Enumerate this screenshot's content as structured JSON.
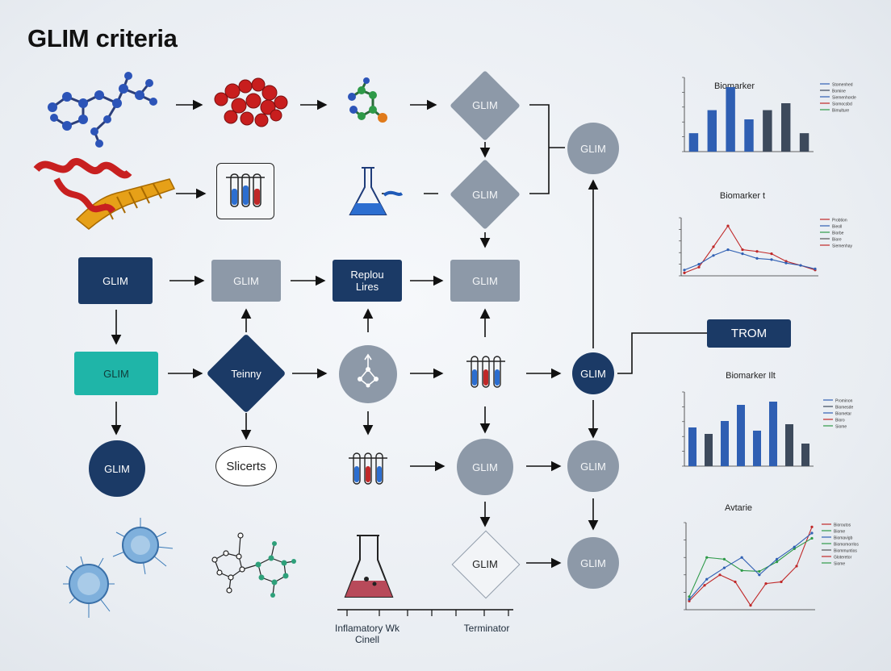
{
  "title": "GLIM criteria",
  "nodes": {
    "d1": "GLIM",
    "d2": "GLIM",
    "c1": "GLIM",
    "r1": "GLIM",
    "r2": "GLIM",
    "r3": "Replou\nLires",
    "r4": "GLIM",
    "t1": "GLIM",
    "d3": "Teinny",
    "c2": "GLIM",
    "c3": "GLIM",
    "e1": "Slicerts",
    "c4": "GLIM",
    "c5": "GLIM",
    "d4": "GLIM",
    "c6": "GLIM",
    "trom": "TROM"
  },
  "bottom": {
    "left": "Inflamatory Wk\nCinell",
    "right": "Terminator"
  },
  "colors": {
    "navy": "#1b3a66",
    "gray": "#8d99a8",
    "teal": "#1fb5a8",
    "blue": "#2f5fb3",
    "dark": "#3d4a5c"
  },
  "chart_data": [
    {
      "type": "bar",
      "title": "Biomarker",
      "values": [
        8,
        18,
        28,
        14,
        18,
        21,
        8
      ],
      "colors": [
        "blue",
        "blue",
        "blue",
        "blue",
        "dark",
        "dark",
        "dark"
      ],
      "legend": [
        "Stomenhed",
        "Bomine",
        "Siemenhorde",
        "Siomocsbd",
        "Bimulture"
      ]
    },
    {
      "type": "line",
      "title": "Biomarker t",
      "legend": [
        "Probtion",
        "Bieoll",
        "Biorbe",
        "Biore",
        "Siemenhay"
      ]
    },
    {
      "type": "bar",
      "title": "Biomarker Ilt",
      "values": [
        12,
        10,
        14,
        19,
        11,
        20,
        13,
        7
      ],
      "colors": [
        "blue",
        "dark",
        "blue",
        "blue",
        "blue",
        "blue",
        "dark",
        "dark"
      ],
      "legend": [
        "Prominon",
        "Biomesde",
        "Biometar",
        "Bioro",
        "Siome"
      ]
    },
    {
      "type": "line",
      "title": "Avtarie",
      "legend": [
        "Bioroutos",
        "Biome",
        "Biomavigb",
        "Biomomorrlos",
        "Biommuntios",
        "Gloteretor",
        "Siome"
      ]
    }
  ]
}
